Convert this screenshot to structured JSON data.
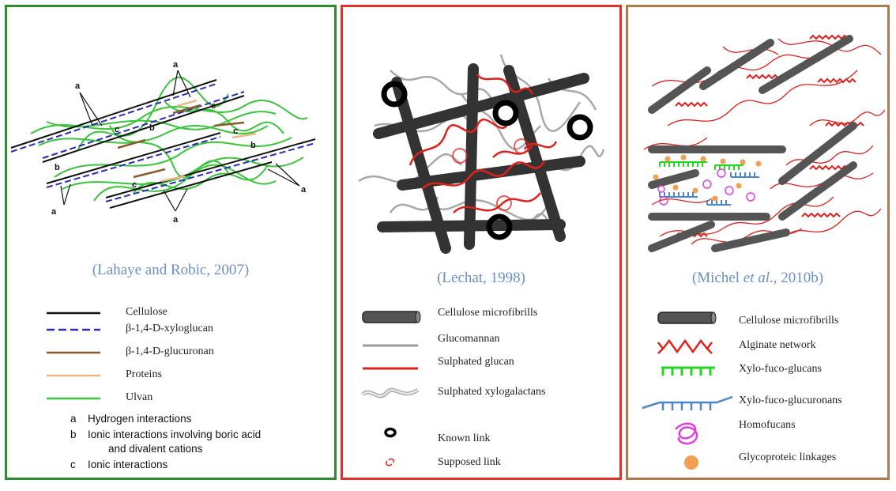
{
  "panels": [
    {
      "caption": "(Lahaye and Robic, 2007)",
      "legend": [
        "Cellulose",
        "β-1,4-D-xyloglucan",
        "β-1,4-D-glucuronan",
        "Proteins",
        "Ulvan"
      ],
      "notes": [
        {
          "key": "a",
          "text": "Hydrogen interactions"
        },
        {
          "key": "b",
          "text": "Ionic interactions involving boric acid"
        },
        {
          "key": "",
          "text": "and divalent cations"
        },
        {
          "key": "c",
          "text": "Ionic interactions"
        }
      ],
      "diagram_labels": [
        "a",
        "a",
        "a",
        "a",
        "a",
        "b",
        "b",
        "b",
        "c",
        "c",
        "c",
        "c"
      ]
    },
    {
      "caption": "(Lechat, 1998)",
      "legend": [
        "Cellulose microfibrills",
        "Glucomannan",
        "Sulphated glucan",
        "Sulphated xylogalactans",
        "Known link",
        "Supposed link"
      ]
    },
    {
      "caption_pre": "(Michel ",
      "caption_em": "et al",
      "caption_post": "., 2010b)",
      "legend": [
        "Cellulose microfibrills",
        "Alginate network",
        "Xylo-fuco-glucans",
        "Xylo-fuco-glucuronans",
        "Homofucans",
        "Glycoproteic linkages"
      ]
    }
  ],
  "colors": {
    "panel1_border": "#2e8b2e",
    "panel2_border": "#e0312a",
    "panel3_border": "#b07a4a",
    "caption": "#6b8fc7",
    "cellulose": "#111111",
    "xyloglucan": "#2a2ab8",
    "glucuronan": "#8b5a2b",
    "proteins": "#e8b98a",
    "ulvan": "#3ac43a",
    "glucomannan": "#9a9a9a",
    "sulphated_glucan": "#e0201a",
    "alginate": "#e0201a",
    "xylo_fuco_glucans": "#22d622",
    "xylo_fuco_glucuronans": "#4a86c8",
    "homofucans": "#e040e0",
    "glycoproteic": "#f0a050"
  }
}
